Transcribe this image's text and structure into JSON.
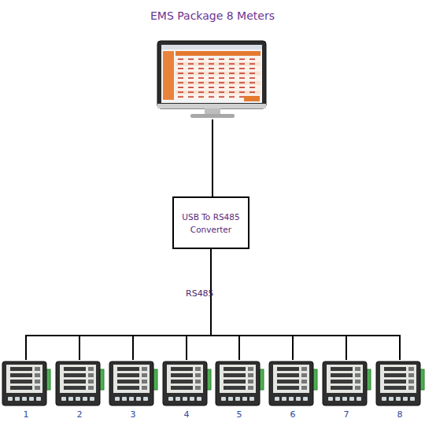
{
  "diagram": {
    "nodes": [
      {
        "text": [
          "EMS Package 8 Meters"
        ]
      },
      {
        "text": [
          "USB To RS485 Converter"
        ]
      },
      {
        "text": [
          "1"
        ]
      },
      {
        "text": [
          "2"
        ]
      },
      {
        "text": [
          "3"
        ]
      },
      {
        "text": [
          "4"
        ]
      },
      {
        "text": [
          "5"
        ]
      },
      {
        "text": [
          "6"
        ]
      },
      {
        "text": [
          "7"
        ]
      },
      {
        "text": [
          "8"
        ]
      }
    ],
    "edges": [
      {
        "from": 0,
        "to": 1,
        "arrow": "none"
      },
      {
        "from": 1,
        "to": 2,
        "arrow": "none"
      },
      {
        "from": 1,
        "to": 3,
        "arrow": "none"
      },
      {
        "from": 1,
        "to": 4,
        "arrow": "none"
      },
      {
        "from": 1,
        "to": 5,
        "arrow": "none"
      },
      {
        "from": 1,
        "to": 6,
        "arrow": "none"
      },
      {
        "from": 1,
        "to": 7,
        "arrow": "none"
      },
      {
        "from": 1,
        "to": 8,
        "arrow": "none"
      },
      {
        "from": 1,
        "to": 9,
        "arrow": "none"
      }
    ],
    "labels": [
      "RS485"
    ]
  }
}
